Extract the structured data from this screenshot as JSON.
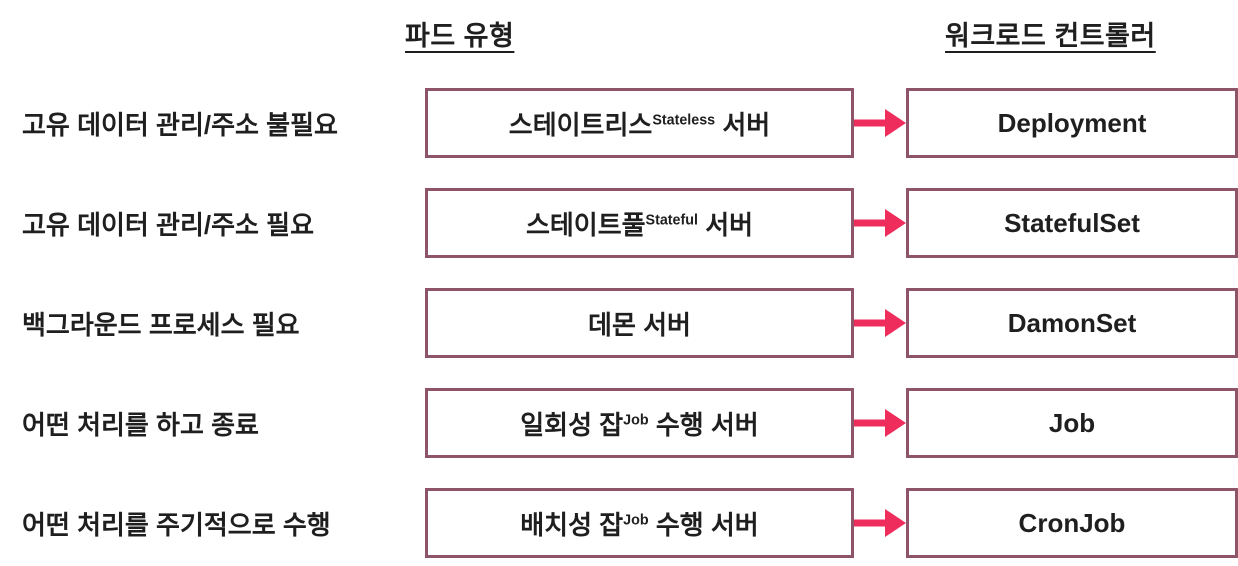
{
  "headers": {
    "pod_type": "파드 유형",
    "workload_controller": "워크로드 컨트롤러"
  },
  "colors": {
    "box_border": "#8e556a",
    "arrow": "#ee2d5c",
    "text": "#1f1f1f",
    "background": "#ffffff"
  },
  "rows": [
    {
      "condition": "고유 데이터 관리/주소 불필요",
      "pod_type_ko": "스테이트리스",
      "pod_type_sup": "Stateless",
      "pod_type_suffix": " 서버",
      "controller": "Deployment"
    },
    {
      "condition": "고유 데이터 관리/주소 필요",
      "pod_type_ko": "스테이트풀",
      "pod_type_sup": "Stateful",
      "pod_type_suffix": " 서버",
      "controller": "StatefulSet"
    },
    {
      "condition": "백그라운드 프로세스 필요",
      "pod_type_ko": "데몬 서버",
      "pod_type_sup": "",
      "pod_type_suffix": "",
      "controller": "DamonSet"
    },
    {
      "condition": "어떤 처리를 하고 종료",
      "pod_type_ko": "일회성 잡",
      "pod_type_sup": "Job",
      "pod_type_suffix": " 수행 서버",
      "controller": "Job"
    },
    {
      "condition": "어떤 처리를 주기적으로 수행",
      "pod_type_ko": "배치성 잡",
      "pod_type_sup": "Job",
      "pod_type_suffix": " 수행 서버",
      "controller": "CronJob"
    }
  ]
}
